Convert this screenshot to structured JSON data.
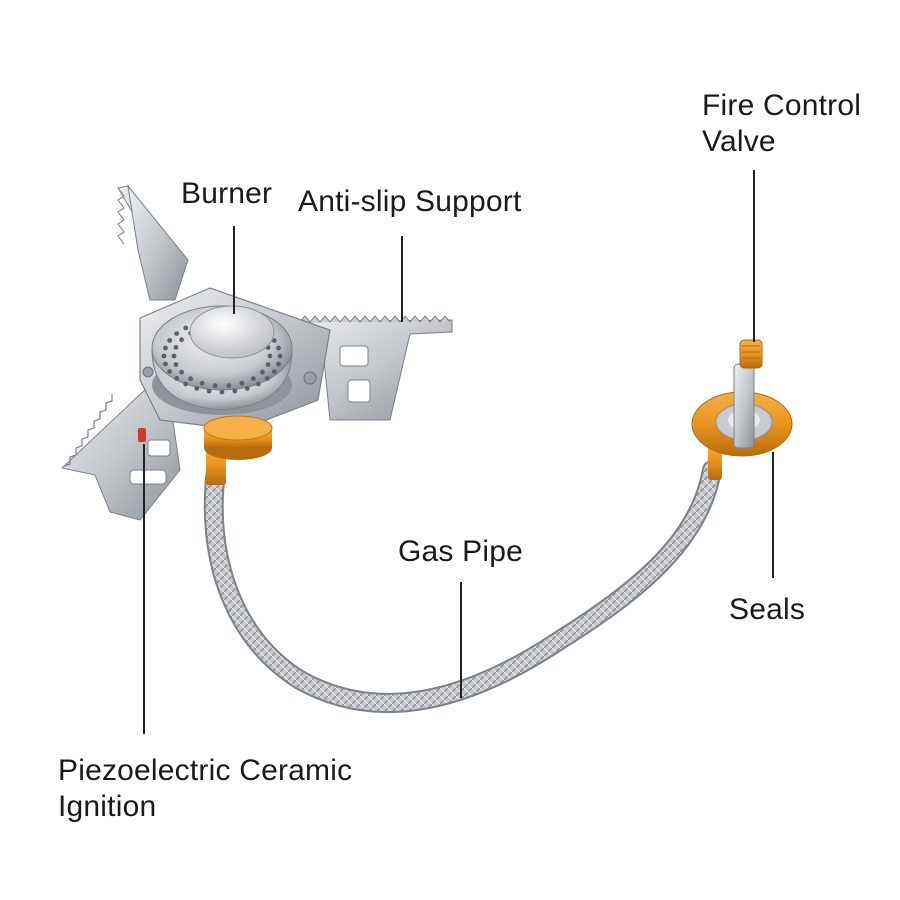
{
  "labels": {
    "burner": "Burner",
    "anti_slip_support": "Anti-slip Support",
    "fire_control_valve": [
      "Fire Control",
      "Valve"
    ],
    "gas_pipe": "Gas Pipe",
    "seals": "Seals",
    "piezo_ignition": [
      "Piezoelectric Ceramic",
      "Ignition"
    ]
  },
  "colors": {
    "steel": "#c9ccd0",
    "steel_dark": "#8e9399",
    "brass_orange": "#e8961e",
    "leader_line": "#222222"
  }
}
